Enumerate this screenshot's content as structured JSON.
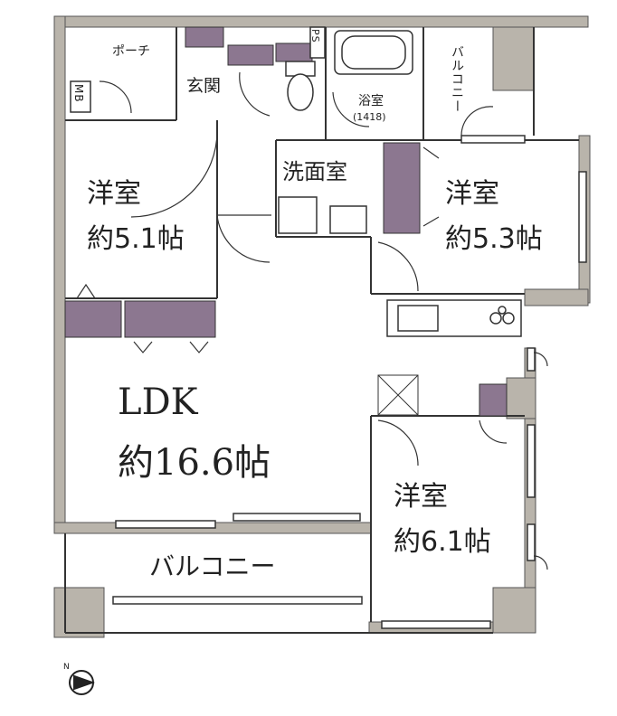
{
  "rooms": {
    "western1": {
      "name": "洋室",
      "size": "約5.1帖"
    },
    "western2": {
      "name": "洋室",
      "size": "約5.3帖"
    },
    "western3": {
      "name": "洋室",
      "size": "約6.1帖"
    },
    "ldk": {
      "name": "LDK",
      "size": "約16.6帖"
    },
    "washroom": {
      "name": "洗面室"
    },
    "bath": {
      "name": "浴室",
      "size": "(1418)"
    },
    "entrance": {
      "name": "玄関"
    },
    "porch": {
      "name": "ポーチ"
    },
    "balcony_main": {
      "name": "バルコニー"
    },
    "balcony_small": {
      "name": "バルコニー"
    }
  },
  "labels": {
    "ps": "PS",
    "mb": "MB",
    "north": "N"
  },
  "colors": {
    "wall": "#b9b4ab",
    "storage": "#8c7790",
    "line": "#333333"
  }
}
